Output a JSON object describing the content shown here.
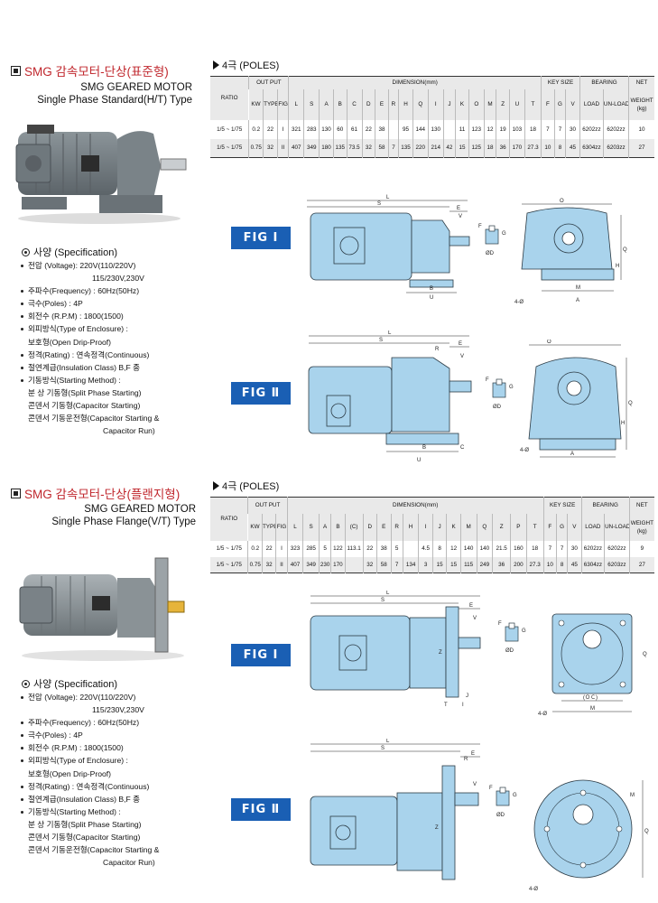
{
  "section1": {
    "title_kr": "SMG 감속모터-단상(표준형)",
    "title_en1": "SMG GEARED MOTOR",
    "title_en2": "Single Phase Standard(H/T) Type",
    "poles": "4극 (POLES)",
    "spec_title": "사양 (Specification)",
    "spec": [
      "전압 (Voltage): 220V(110/220V)",
      "115/230V,230V",
      "주파수(Frequency) : 60Hz(50Hz)",
      "극수(Poles) : 4P",
      "회전수 (R.P.M) : 1800(1500)",
      "외피방식(Type of Enclosure) :",
      "보호형(Open Drip-Proof)",
      "정격(Rating) : 연속정격(Continuous)",
      "절연계급(Insulation Class) B,F 종",
      "기동방식(Starting Method) :",
      "분   상 기동형(Split Phase Starting)",
      "콘덴서 기동형(Capacitor Starting)",
      "콘덴서 기동운전형(Capacitor  Starting &",
      "Capacitor Run)"
    ],
    "table": {
      "h_ratio": "RATIO",
      "h_output": "OUT PUT",
      "h_dim": "DIMENSION(mm)",
      "h_key": "KEY SIZE",
      "h_bearing": "BEARING",
      "h_net": "NET",
      "h_weight": "WEIGHT",
      "h_kg": "(kg)",
      "sub": [
        "KW",
        "TYPE",
        "FIG",
        "L",
        "S",
        "A",
        "B",
        "C",
        "D",
        "E",
        "R",
        "H",
        "Q",
        "I",
        "J",
        "K",
        "O",
        "M",
        "Z",
        "U",
        "T",
        "F",
        "G",
        "V",
        "LOAD",
        "UN-LOAD"
      ],
      "rows": [
        [
          "1/5 ~ 1/75",
          "0.2",
          "22",
          "I",
          "321",
          "283",
          "130",
          "60",
          "61",
          "22",
          "38",
          "",
          "95",
          "144",
          "130",
          "",
          "11",
          "123",
          "12",
          "19",
          "103",
          "18",
          "7",
          "7",
          "30",
          "6202zz",
          "6202zz",
          "10"
        ],
        [
          "1/5 ~ 1/75",
          "0.75",
          "32",
          "II",
          "407",
          "349",
          "180",
          "135",
          "73.5",
          "32",
          "58",
          "7",
          "135",
          "220",
          "214",
          "42",
          "15",
          "125",
          "18",
          "36",
          "170",
          "27.3",
          "10",
          "8",
          "45",
          "6304zz",
          "6203zz",
          "27"
        ]
      ]
    },
    "fig1": "FIG Ⅰ",
    "fig2": "FIG Ⅱ"
  },
  "section2": {
    "title_kr": "SMG 감속모터-단상(플랜지형)",
    "title_en1": "SMG GEARED MOTOR",
    "title_en2": "Single Phase Flange(V/T) Type",
    "poles": "4극 (POLES)",
    "spec_title": "사양 (Specification)",
    "spec": [
      "전압 (Voltage): 220V(110/220V)",
      "115/230V,230V",
      "주파수(Frequency) : 60Hz(50Hz)",
      "극수(Poles) : 4P",
      "회전수 (R.P.M) : 1800(1500)",
      "외피방식(Type of Enclosure) :",
      "보호형(Open Drip-Proof)",
      "정격(Rating) : 연속정격(Continuous)",
      "절연계급(Insulation Class) B,F 종",
      "기동방식(Starting Method) :",
      "분   상 기동형(Split Phase Starting)",
      "콘덴서 기동형(Capacitor Starting)",
      "콘덴서 기동운전형(Capacitor  Starting &",
      "Capacitor Run)"
    ],
    "table": {
      "h_ratio": "RATIO",
      "h_output": "OUT PUT",
      "h_dim": "DIMENSION(mm)",
      "h_key": "KEY SIZE",
      "h_bearing": "BEARING",
      "h_net": "NET",
      "h_weight": "WEIGHT",
      "h_kg": "(kg)",
      "sub": [
        "KW",
        "TYPE",
        "FIG",
        "L",
        "S",
        "A",
        "B",
        "(C)",
        "D",
        "E",
        "R",
        "H",
        "I",
        "J",
        "K",
        "M",
        "Q",
        "Z",
        "P",
        "T",
        "F",
        "G",
        "V",
        "LOAD",
        "UN-LOAD"
      ],
      "rows": [
        [
          "1/5 ~ 1/75",
          "0.2",
          "22",
          "I",
          "323",
          "285",
          "5",
          "122",
          "113.1",
          "22",
          "38",
          "5",
          "",
          "4.5",
          "8",
          "12",
          "140",
          "140",
          "21.5",
          "160",
          "18",
          "7",
          "7",
          "30",
          "6202zz",
          "6202zz",
          "9"
        ],
        [
          "1/5 ~ 1/75",
          "0.75",
          "32",
          "II",
          "407",
          "349",
          "230",
          "170",
          "",
          "32",
          "58",
          "7",
          "134",
          "3",
          "15",
          "15",
          "115",
          "249",
          "36",
          "200",
          "27.3",
          "10",
          "8",
          "45",
          "6304zz",
          "6203zz",
          "27"
        ]
      ]
    },
    "fig1": "FIG Ⅰ",
    "fig2": "FIG Ⅱ"
  },
  "drawing_labels": {
    "fig1a": [
      "L",
      "S",
      "E",
      "R",
      "V",
      "Z",
      "B",
      "U",
      "H",
      "Z"
    ],
    "fig1b": [
      "O",
      "Q",
      "M",
      "A",
      "4-Ø"
    ],
    "key": [
      "F",
      "G",
      "ØD"
    ]
  },
  "colors": {
    "title_red": "#c0272d",
    "fig_badge": "#1a5fb4",
    "motor_fill": "#a9d3ec",
    "motor_stroke": "#2b3a44"
  }
}
